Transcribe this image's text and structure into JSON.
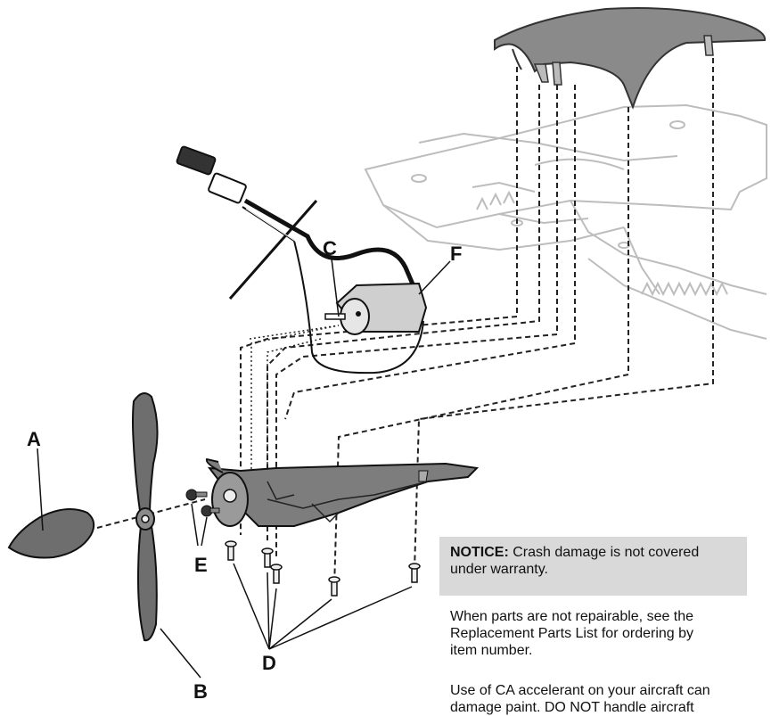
{
  "callouts": {
    "a": "A",
    "b": "B",
    "c": "C",
    "d": "D",
    "e": "E",
    "f": "F"
  },
  "notice": {
    "label": "NOTICE:",
    "text_line1": " Crash damage is not covered",
    "text_line2": "under warranty."
  },
  "paragraph1": {
    "line1": "When parts are not repairable, see the",
    "line2": "Replacement Parts List for ordering by",
    "line3": "item number."
  },
  "paragraph2": {
    "line1": "Use of CA accelerant on your aircraft can",
    "line2": "damage paint. DO NOT handle aircraft"
  }
}
